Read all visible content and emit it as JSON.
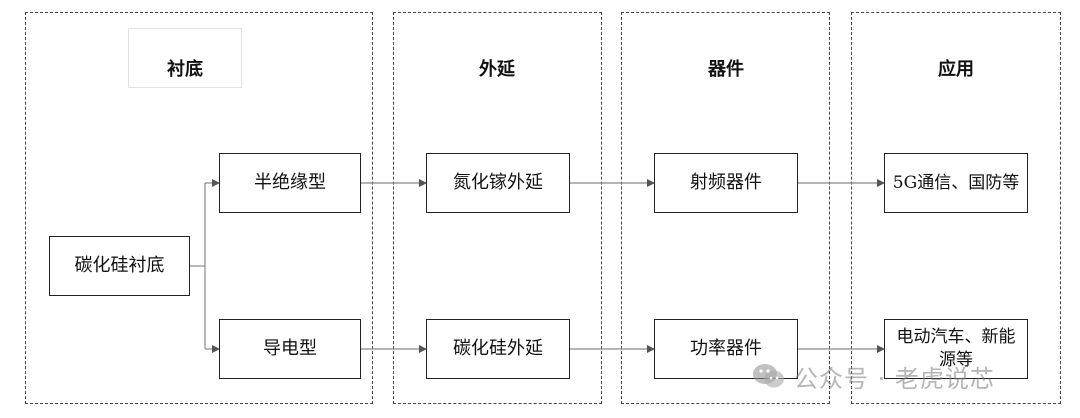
{
  "columns": [
    {
      "title": "衬底"
    },
    {
      "title": "外延"
    },
    {
      "title": "器件"
    },
    {
      "title": "应用"
    }
  ],
  "nodes": {
    "substrate_root": "碳化硅衬底",
    "semi_insulating": "半绝缘型",
    "conductive": "导电型",
    "gan_epitaxy": "氮化镓外延",
    "sic_epitaxy": "碳化硅外延",
    "rf_device": "射频器件",
    "power_device": "功率器件",
    "app_5g": "5G通信、国防等",
    "app_ev": "电动汽车、新能源等"
  },
  "watermark": {
    "text": "公众号 · 老虎说芯",
    "icon": "wechat-icon"
  },
  "colors": {
    "line": "#888888",
    "border": "#222222",
    "dashed": "#444444"
  }
}
